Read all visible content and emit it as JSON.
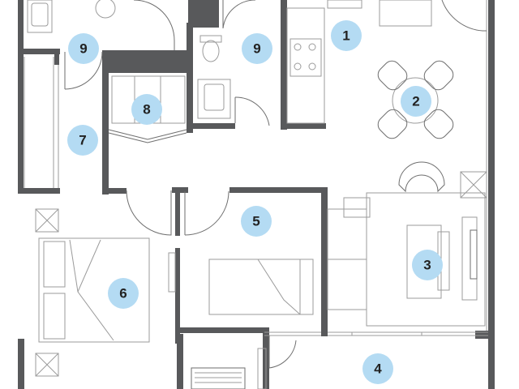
{
  "colors": {
    "walls": "#58595b",
    "label_circle": "#b4dbf3",
    "label_text": "#222222",
    "furniture_line": "#9b9b9b"
  },
  "room_labels": [
    {
      "id": "kitchen",
      "text": "1"
    },
    {
      "id": "dining",
      "text": "2"
    },
    {
      "id": "living",
      "text": "3"
    },
    {
      "id": "balcony",
      "text": "4"
    },
    {
      "id": "bedroom-2",
      "text": "5"
    },
    {
      "id": "master-bedroom",
      "text": "6"
    },
    {
      "id": "hallway",
      "text": "7"
    },
    {
      "id": "laundry",
      "text": "8"
    },
    {
      "id": "bathroom-left",
      "text": "9"
    },
    {
      "id": "bathroom-right",
      "text": "9"
    }
  ]
}
